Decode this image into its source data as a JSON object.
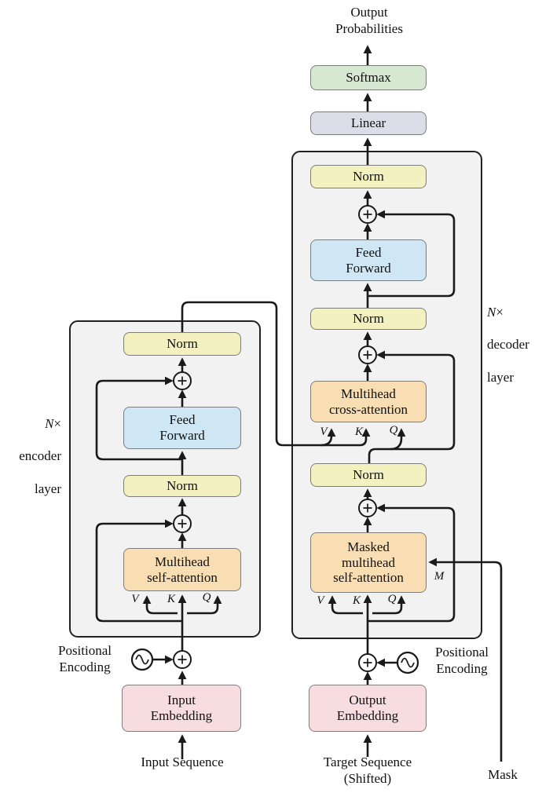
{
  "labels": {
    "output_probabilities": "Output\nProbabilities",
    "softmax": "Softmax",
    "linear": "Linear",
    "norm": "Norm",
    "feed_forward": "Feed\nForward",
    "cross_attention": "Multihead\ncross-attention",
    "masked_attention": "Masked\nmultihead\nself-attention",
    "self_attention": "Multihead\nself-attention",
    "input_embedding": "Input\nEmbedding",
    "output_embedding": "Output\nEmbedding",
    "input_sequence": "Input Sequence",
    "target_sequence": "Target Sequence\n(Shifted)",
    "positional_encoding": "Positional\nEncoding",
    "mask": "Mask",
    "n": "N",
    "times": "×",
    "encoder_word": "encoder",
    "decoder_word": "decoder",
    "layer_word": "layer",
    "v": "V",
    "k": "K",
    "q": "Q",
    "m": "M"
  },
  "colors": {
    "softmax_fill": "#d6e8d2",
    "linear_fill": "#dcdde9",
    "norm_fill": "#f3f1c0",
    "ff_fill": "#cfe6f5",
    "attn_fill": "#f8deb2",
    "embed_fill": "#f7dce0",
    "container_fill": "#f2f2f2",
    "container_border": "#212121",
    "box_border": "#7d7d7d",
    "line": "#1a1a1a"
  }
}
